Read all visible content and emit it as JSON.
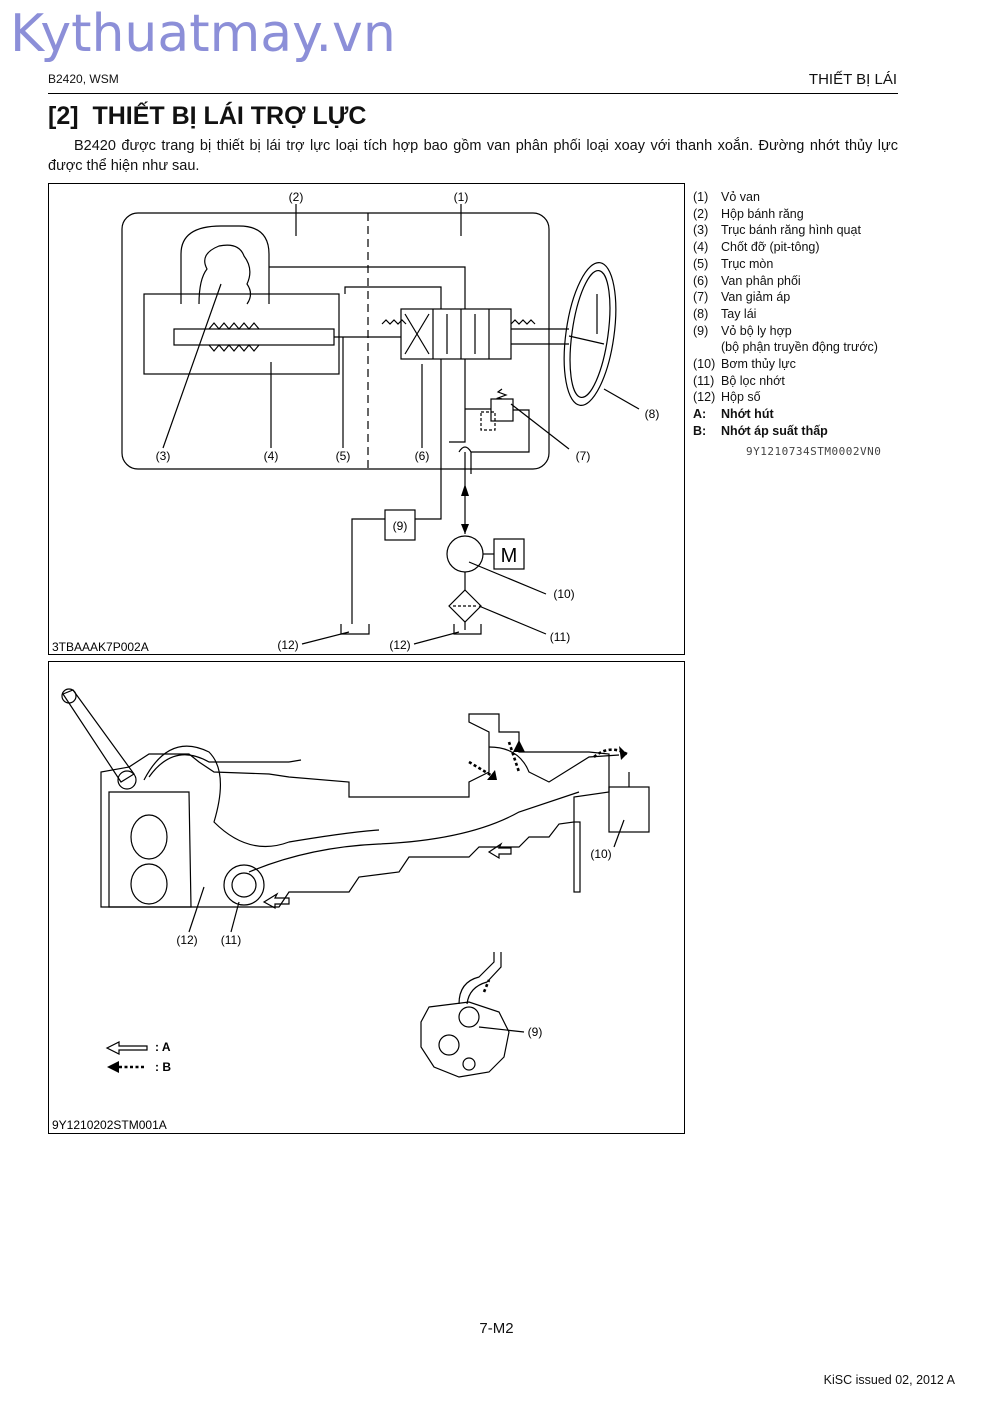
{
  "watermark": "Kythuatmay.vn",
  "header": {
    "left": "B2420, WSM",
    "right": "THIẾT BỊ LÁI"
  },
  "section": {
    "title": "[2]  THIẾT BỊ LÁI TRỢ LỰC"
  },
  "intro": "B2420 được trang bị thiết bị lái trợ lực loại tích hợp bao gồm van phân phối loại xoay với thanh xoắn. Đường nhớt thủy lực được thể hiện như sau.",
  "diagram": {
    "code": "3TBAAAK7P002A",
    "callouts": [
      "(1)",
      "(2)",
      "(3)",
      "(4)",
      "(5)",
      "(6)",
      "(7)",
      "(8)",
      "(9)",
      "(10)",
      "(11)",
      "(12)"
    ],
    "motor": "M"
  },
  "legend": {
    "items": [
      {
        "num": "(1)",
        "label": "Vỏ van"
      },
      {
        "num": "(2)",
        "label": "Hộp bánh răng"
      },
      {
        "num": "(3)",
        "label": "Trục bánh răng hình quạt"
      },
      {
        "num": "(4)",
        "label": "Chốt đỡ (pit-tông)"
      },
      {
        "num": "(5)",
        "label": "Trục mòn"
      },
      {
        "num": "(6)",
        "label": "Van phân phối"
      },
      {
        "num": "(7)",
        "label": "Van giảm áp"
      },
      {
        "num": "(8)",
        "label": "Tay lái"
      },
      {
        "num": "(9)",
        "label": "Vỏ bộ ly hợp"
      },
      {
        "num": "",
        "label": "(bộ phận truyền động trước)"
      },
      {
        "num": "(10)",
        "label": "Bơm thủy lực"
      },
      {
        "num": "(11)",
        "label": "Bộ lọc nhớt"
      },
      {
        "num": "(12)",
        "label": "Hộp số"
      },
      {
        "num": "A:",
        "label": "Nhớt hút",
        "bold": true
      },
      {
        "num": "B:",
        "label": "Nhớt áp suất thấp",
        "bold": true
      }
    ],
    "code": "9Y1210734STM0002VN0"
  },
  "photo": {
    "code": "9Y1210202STM001A",
    "callouts": [
      "(10)",
      "(11)",
      "(12)",
      "(9)"
    ],
    "key_a": ": A",
    "key_b": ": B"
  },
  "footer": {
    "page": "7-M2",
    "issued": "KiSC issued 02, 2012 A"
  }
}
